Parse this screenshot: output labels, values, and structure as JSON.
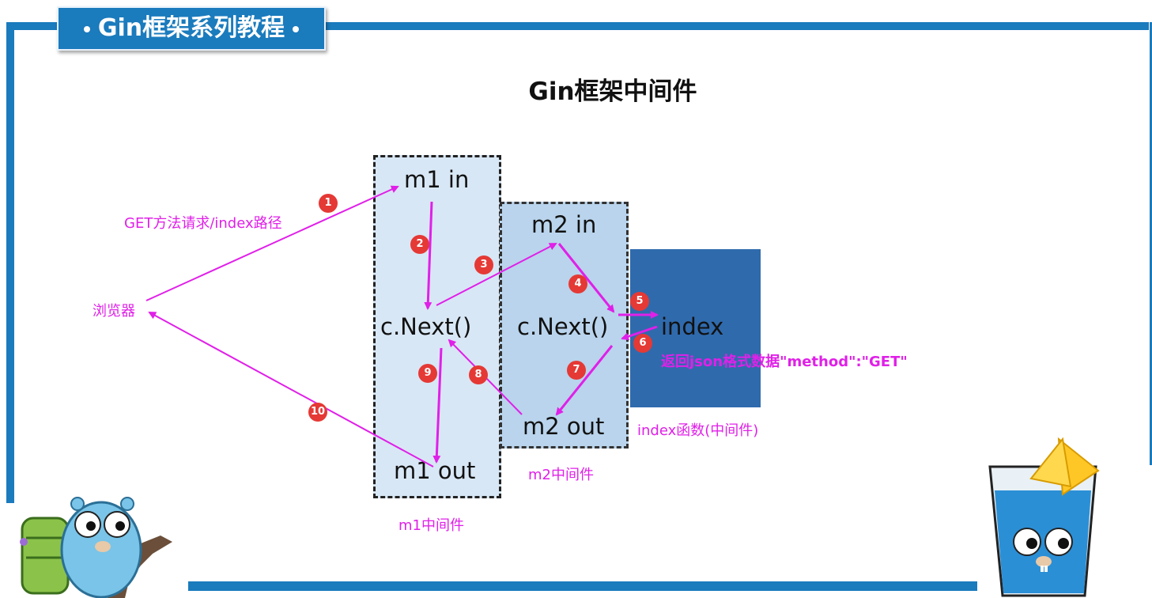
{
  "header": {
    "banner_title": "Gin框架系列教程"
  },
  "diagram": {
    "title": "Gin框架中间件",
    "m1": {
      "in": "m1 in",
      "next": "c.Next()",
      "out": "m1 out",
      "caption": "m1中间件"
    },
    "m2": {
      "in": "m2 in",
      "next": "c.Next()",
      "out": "m2 out",
      "caption": "m2中间件"
    },
    "handler": {
      "label": "index",
      "caption": "index函数(中间件)"
    },
    "browser": "浏览器",
    "request_label": "GET方法请求/index路径",
    "response_label": "返回json格式数据\"method\":\"GET\"",
    "steps": [
      "1",
      "2",
      "3",
      "4",
      "5",
      "6",
      "7",
      "8",
      "9",
      "10"
    ]
  },
  "colors": {
    "accent": "#1a7bbd",
    "arrow": "#e020e8",
    "badge": "#e53935",
    "m1_fill": "#d8e7f5",
    "m2_fill": "#b9d4ec",
    "index_fill": "#2f6aad"
  }
}
